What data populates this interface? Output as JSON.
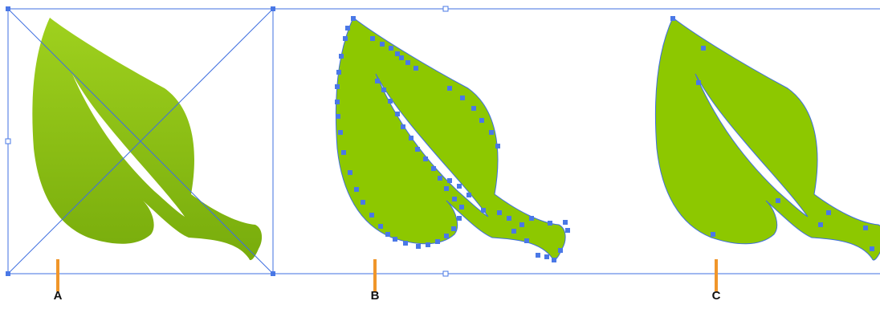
{
  "colors": {
    "selection": "#3f6fe0",
    "anchor": "#4a78e6",
    "leaf_top": "#9fd11e",
    "leaf_bottom": "#78ac0c",
    "leaf_flat": "#8dc800",
    "marker": "#f0962a"
  },
  "panels": [
    {
      "id": "A",
      "label": "A",
      "description_icon": "leaf-with-bounding-box"
    },
    {
      "id": "B",
      "label": "B",
      "description_icon": "leaf-many-anchor-points"
    },
    {
      "id": "C",
      "label": "C",
      "description_icon": "leaf-few-anchor-points"
    }
  ]
}
